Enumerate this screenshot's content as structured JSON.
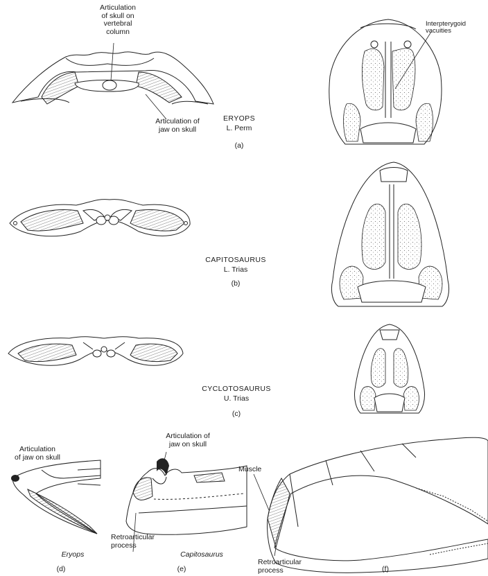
{
  "panels": {
    "a": {
      "genus": "ERYOPS",
      "period": "L. Perm",
      "tag": "(a)",
      "label_articulation_skull": "Articulation\nof skull on\nvertebral\ncolumn",
      "label_articulation_jaw": "Articulation of\njaw on skull",
      "label_interpterygoid": "Interpterygoid\nvacuities"
    },
    "b": {
      "genus": "CAPITOSAURUS",
      "period": "L. Trias",
      "tag": "(b)"
    },
    "c": {
      "genus": "CYCLOTOSAURUS",
      "period": "U. Trias",
      "tag": "(c)"
    },
    "d": {
      "label_articulation": "Articulation\nof jaw on skull",
      "genus": "Eryops",
      "tag": "(d)"
    },
    "e": {
      "label_articulation": "Articulation of\njaw on skull",
      "label_retroarticular": "Retroarticular\nprocess",
      "genus": "Capitosaurus",
      "tag": "(e)"
    },
    "f": {
      "label_muscle": "Muscle",
      "label_retroarticular": "Retroarticular\nprocess",
      "tag": "(f)"
    }
  }
}
